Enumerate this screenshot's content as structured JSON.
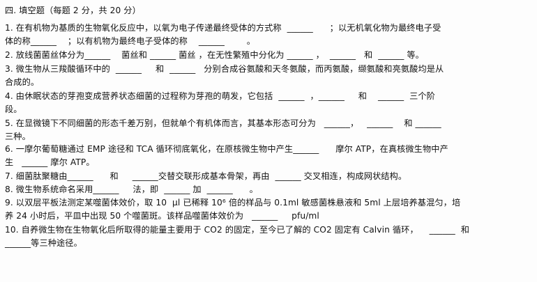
{
  "section_title": "四. 填空题（每题 2 分，共 20 分）",
  "lines": [
    "1. 在有机物为基质的生物氧化反应中，以氧为电子传递最终受体的方式称  ______      ；以无机氧化物为最终电子受",
    "体的称______    ；以有机物为最终电子受体的称    ______        。",
    "2. 放线菌菌丝体分为______    菌丝和 ______ 菌丝 ，在无性繁殖中分化为 ______ ，  ______   和  ______ 等。",
    "3. 微生物从三羧酸循环中的  ______     和  ______   分别合成谷氨酸和天冬氨酸，而丙氨酸，缬氨酸和亮氨酸均是从",
    "合成的。",
    "4. 由休眠状态的芽孢变成营养状态细菌的过程称为芽孢的萌发，它包括  ______  ，______     和    ______  三个阶",
    "段。",
    "5. 在显微镜下不同细菌的形态千差万别，但就单个有机体而言，其基本形态可分为   ______，   ______    和 ______",
    "三种。",
    "6. 一摩尔葡萄糖通过 EMP 途径和 TCA 循环彻底氧化，在原核微生物中产生______      摩尔 ATP，在真核微生物中产",
    "生   ______ 摩尔 ATP。",
    "7. 细菌肽聚糖由______      和     ______交替交联形成基本骨架，再由  ______ 交叉相连，构成网状结构。",
    "8. 微生物系统命名采用______     法，即  ______ 加  ______      。",
    "9. 以双层平板法测定某噬菌体效价，取 10  μl 已稀释 10⁶ 倍的样品与 0.1ml 敏感菌株悬液和 5ml 上层培养基混匀，培",
    "养 24 小时后，平皿中出现 50 个噬菌斑。该样品噬菌体效价为   ______     pfu/ml",
    "10. 自养微生物在生物氧化后所取得的能量主要用于 CO2 的固定，至今已了解的 CO2 固定有 Calvin 循环，    ______  和",
    "______等三种途径。"
  ]
}
